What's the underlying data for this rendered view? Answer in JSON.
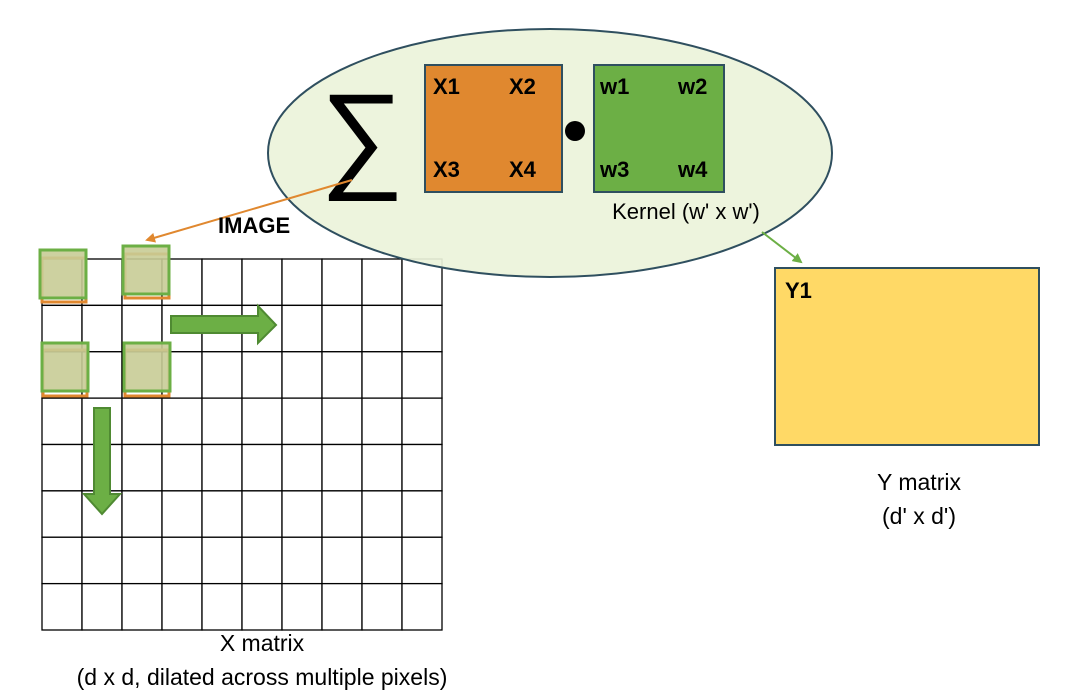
{
  "colors": {
    "ellipse_fill": "#EBF3DA",
    "ellipse_stroke": "#2F4F5F",
    "orange": "#E0882F",
    "green": "#6CAF45",
    "green_dark": "#5E9A3A",
    "yellow": "#FFD966",
    "overlay_fill": "#C8CC96",
    "grid_line": "#000000"
  },
  "sum_symbol": "∑",
  "input_patch": {
    "cells": [
      "X1",
      "X2",
      "X3",
      "X4"
    ]
  },
  "kernel": {
    "cells": [
      "w1",
      "w2",
      "w3",
      "w4"
    ],
    "caption": "Kernel (w' x w')"
  },
  "image_label": "IMAGE",
  "output": {
    "cell_label": "Y1",
    "caption_line1": "Y matrix",
    "caption_line2": "(d' x d')"
  },
  "x_matrix": {
    "rows": 8,
    "cols": 10,
    "caption_line1": "X matrix",
    "caption_line2": "(d x d, dilated across multiple pixels)"
  },
  "arrows": [
    "stride-right",
    "stride-down"
  ]
}
